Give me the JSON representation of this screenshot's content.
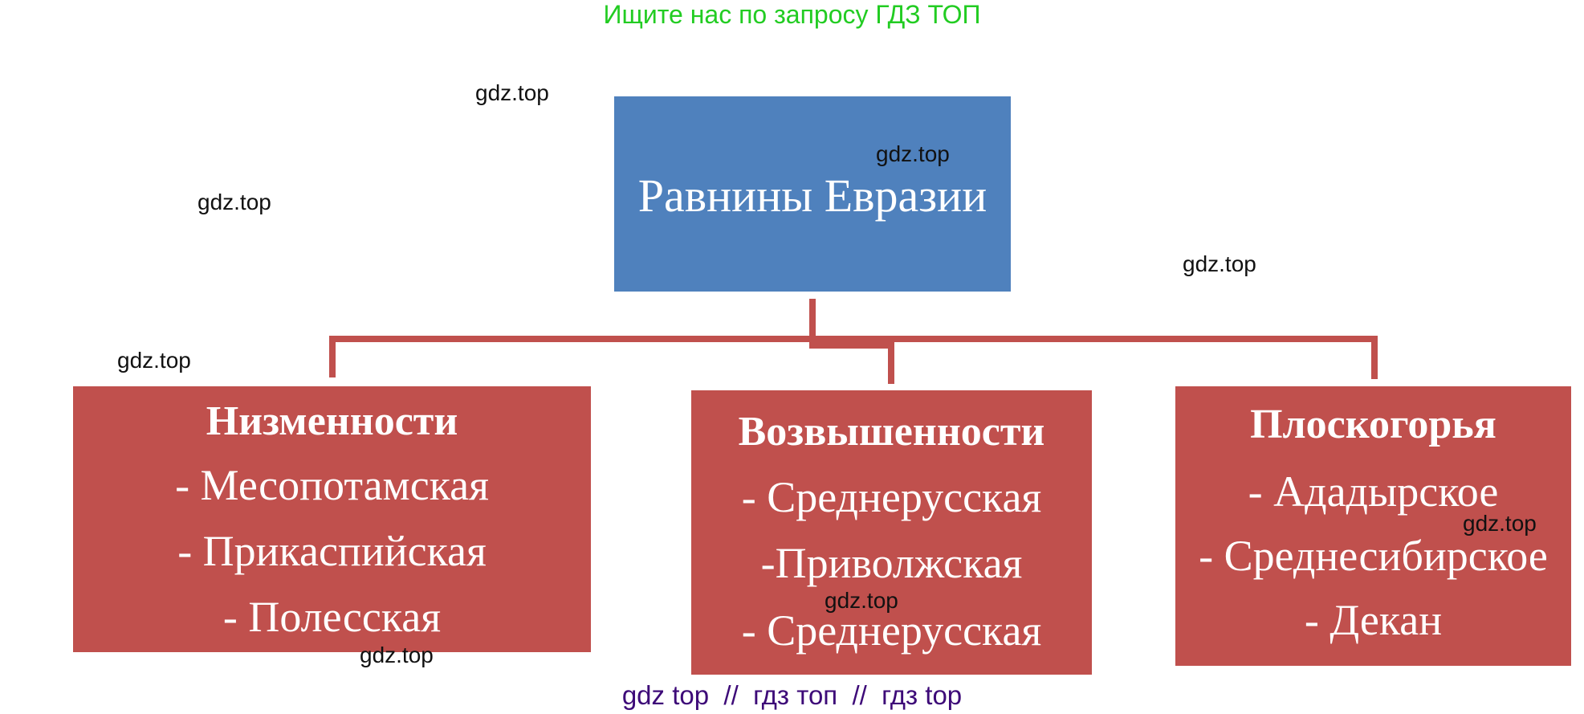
{
  "header": {
    "text": "Ищите нас по запросу ГДЗ ТОП",
    "color": "#22cc22"
  },
  "diagram": {
    "root": {
      "label": "Равнины Евразии",
      "color": "#4f81bd"
    },
    "branch_color": "#c0504d",
    "children": [
      {
        "title": "Низменности",
        "items": [
          "- Месопотамская",
          "- Прикаспийская",
          "- Полесская"
        ]
      },
      {
        "title": "Возвышенности",
        "items": [
          "- Среднерусская",
          "-Приволжская",
          "- Среднерусская"
        ]
      },
      {
        "title": "Плоскогорья",
        "items": [
          "- Ададырское",
          "- Среднесибирское",
          "- Декан"
        ]
      }
    ]
  },
  "watermarks": [
    "gdz.top",
    "gdz.top",
    "gdz.top",
    "gdz.top",
    "gdz.top",
    "gdz.top",
    "gdz.top",
    "gdz.top"
  ],
  "footer": {
    "text": "gdz top  //  гдз топ  //  гдз top",
    "color": "#3d0a78"
  }
}
